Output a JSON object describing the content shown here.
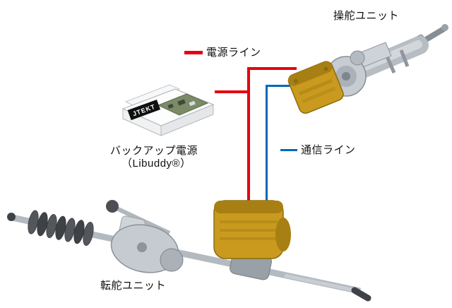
{
  "legend": {
    "power_label": "電源ライン",
    "comm_label": "通信ライン"
  },
  "units": {
    "steering": {
      "label": "操舵ユニット"
    },
    "turning": {
      "label": "転舵ユニット"
    },
    "backup": {
      "label_line1": "バックアップ電源",
      "label_line2": "（Libuddy®）",
      "brand": "JTEKT"
    }
  },
  "colors": {
    "power_line": "#e60012",
    "comm_line": "#0068b7",
    "motor_gold": "#c99a1e",
    "text": "#111111",
    "background": "#ffffff"
  }
}
